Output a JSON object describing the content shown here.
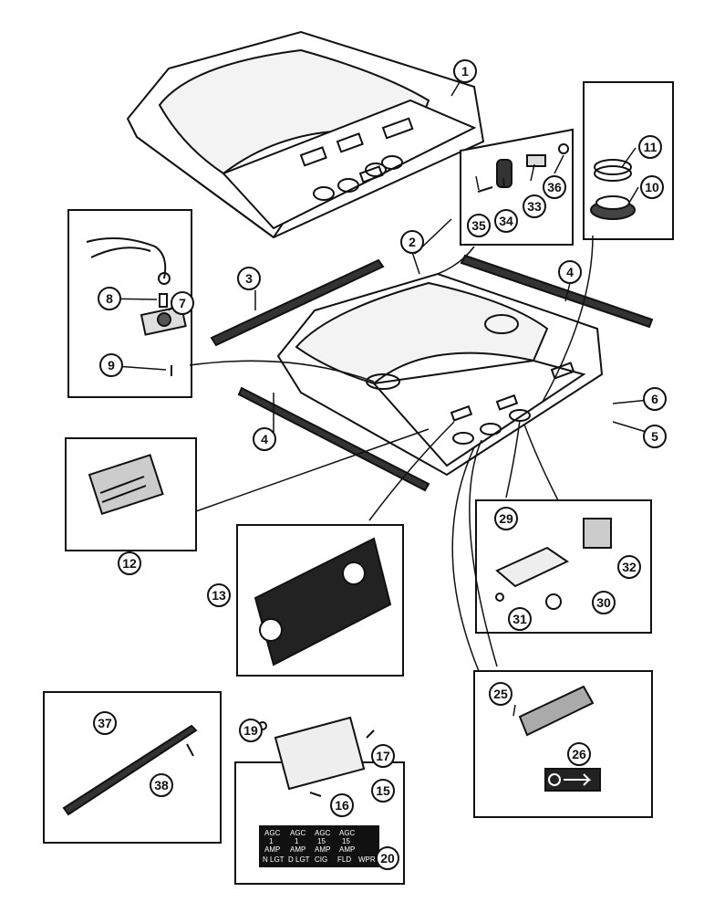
{
  "callouts": [
    "1",
    "2",
    "3",
    "4",
    "4",
    "5",
    "6",
    "7",
    "8",
    "9",
    "10",
    "11",
    "12",
    "13",
    "15",
    "16",
    "17",
    "19",
    "20",
    "25",
    "26",
    "29",
    "30",
    "31",
    "32",
    "33",
    "34",
    "35",
    "36",
    "37",
    "38"
  ],
  "fuse_decal": {
    "row1": [
      "AGC",
      "AGC",
      "AGC",
      "AGC"
    ],
    "row2": [
      "1",
      "1",
      "15",
      "15"
    ],
    "row3": [
      "AMP",
      "AMP",
      "AMP",
      "AMP"
    ],
    "row4": [
      "N LGT",
      "D LGT",
      "CIG",
      "FLD",
      "WPR"
    ]
  }
}
